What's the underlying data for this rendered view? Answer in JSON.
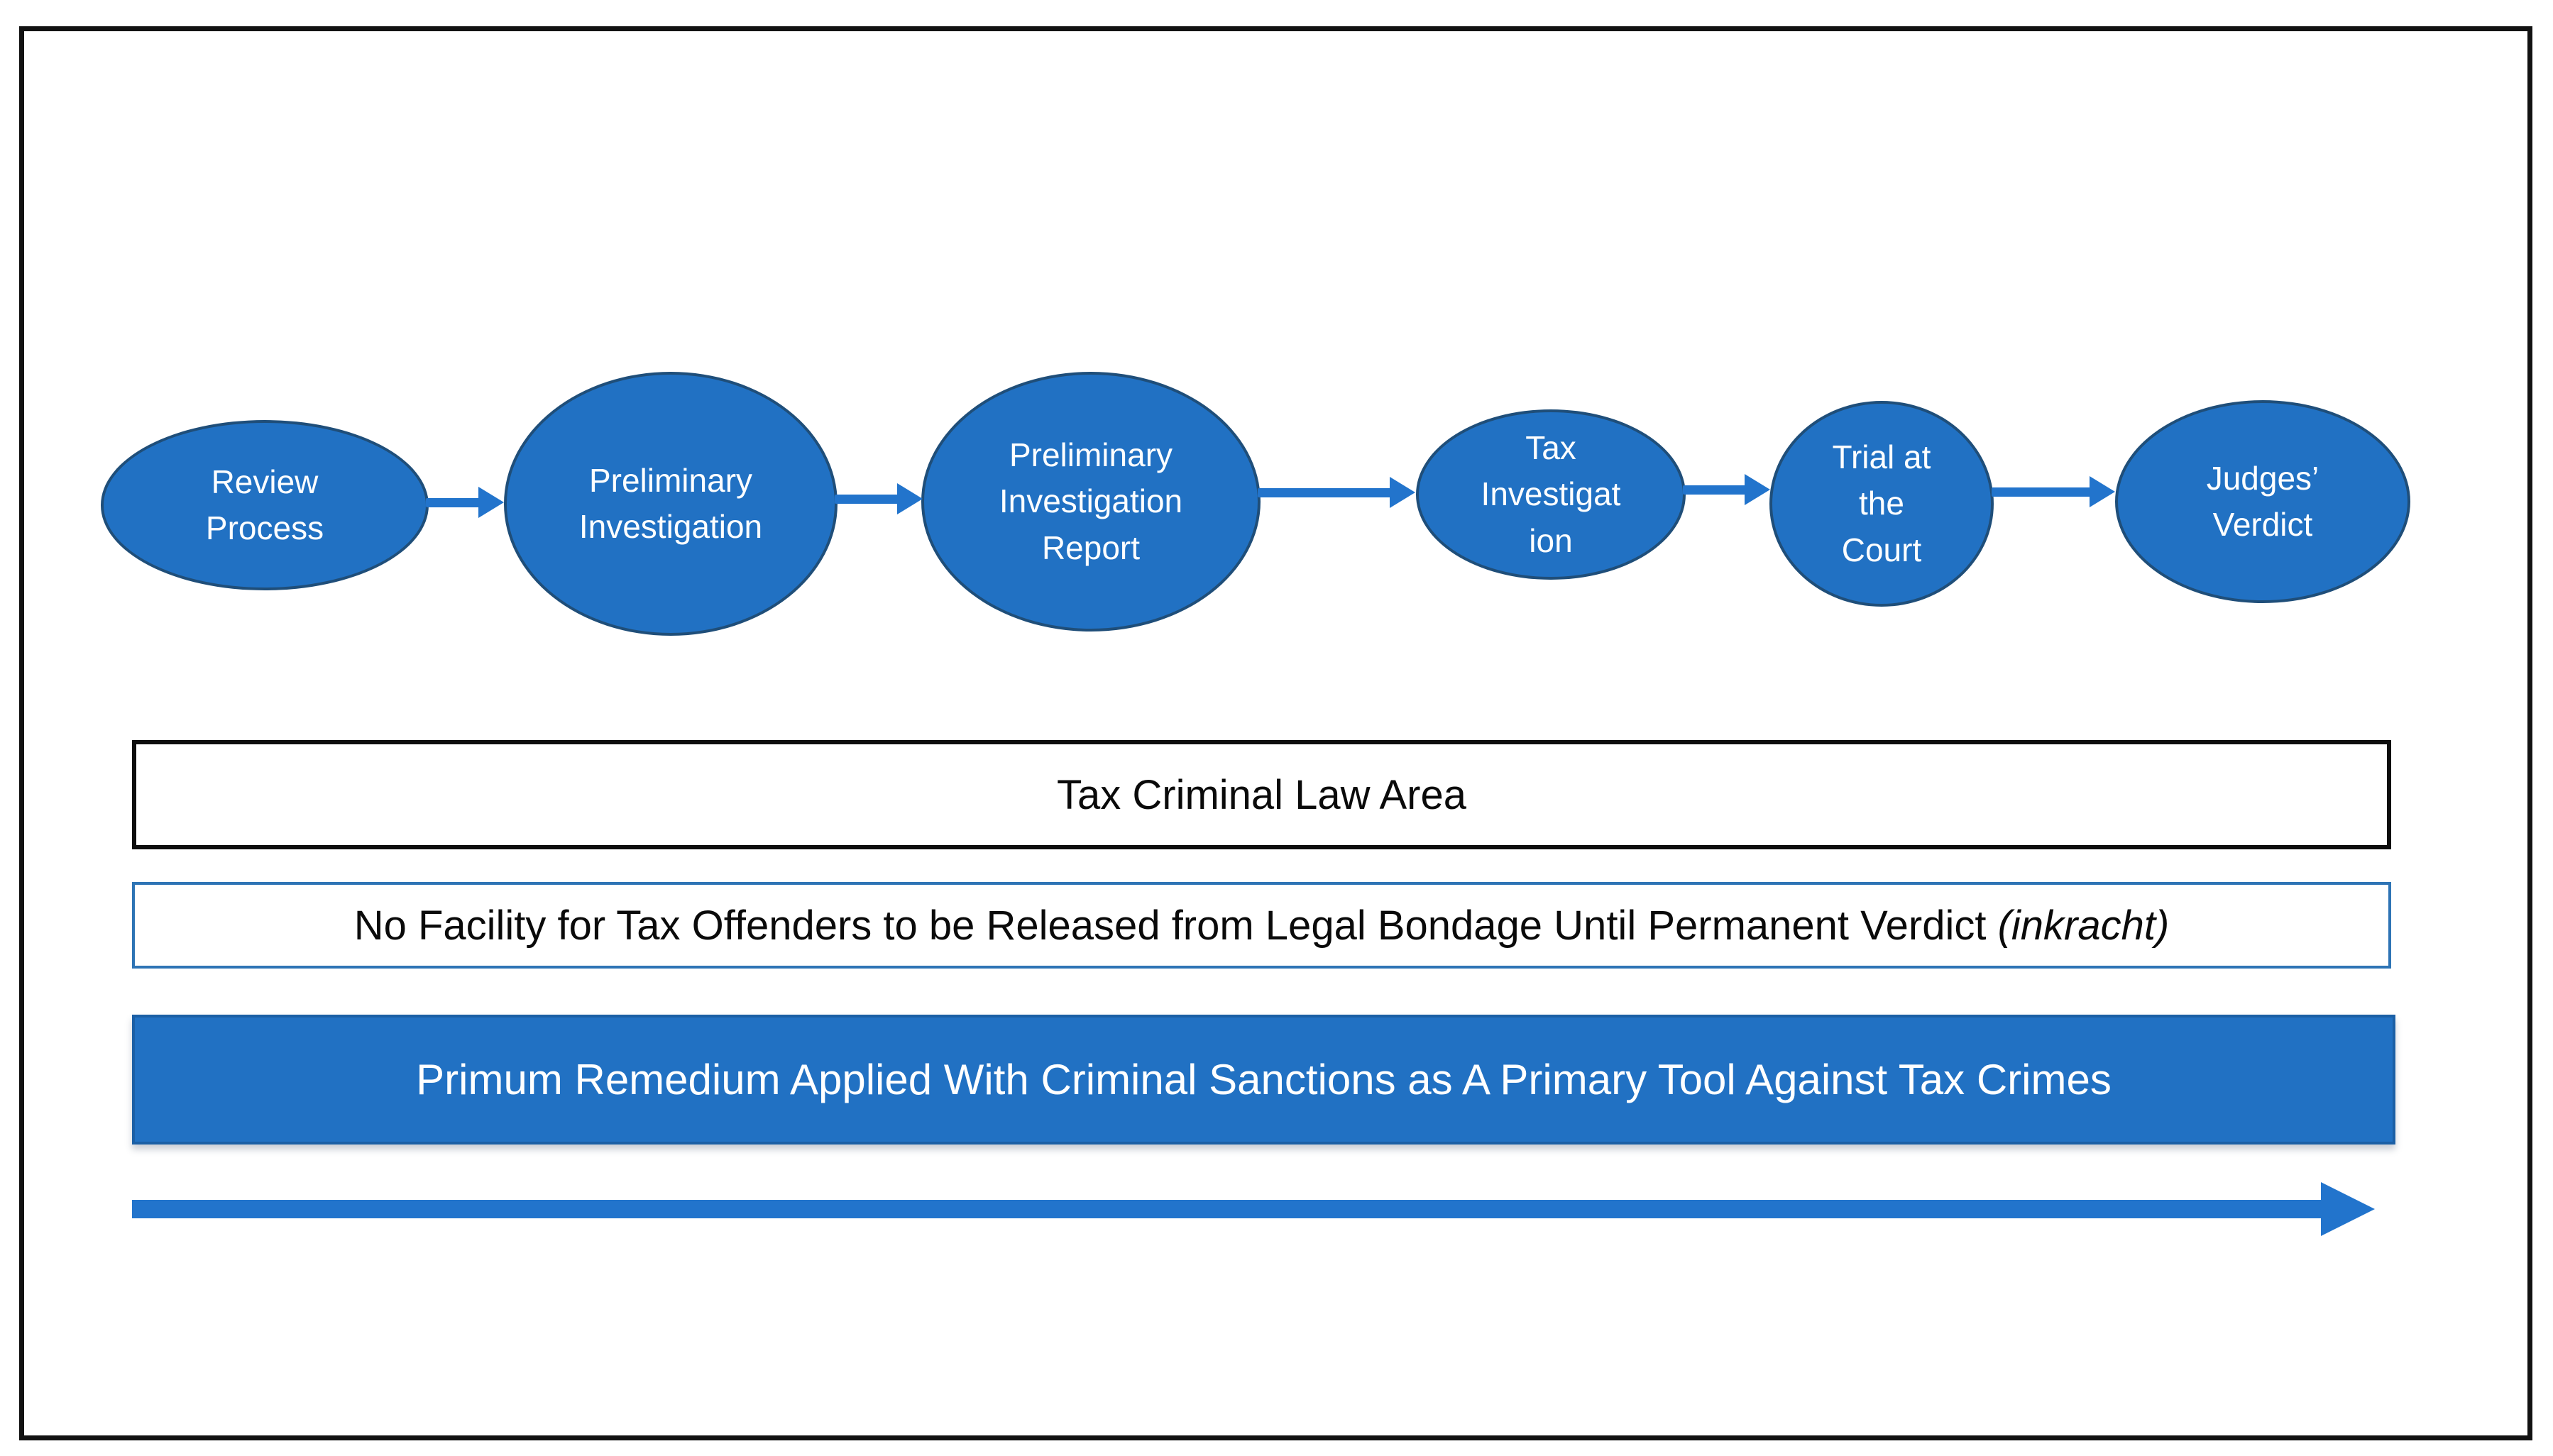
{
  "page": {
    "background": "#FFFFFF",
    "frame_border_color": "#121212"
  },
  "colors": {
    "shape_fill": "#2171C3",
    "shape_border": "#1F4E79",
    "arrow": "#2274CC",
    "band_black_border": "#0D0D0D",
    "band_blue_border": "#2E74B5",
    "band_blue_fill": "#2171C3",
    "text_light": "#FFFFFF",
    "text_dark": "#0A0A0A"
  },
  "flow": {
    "nodes": [
      {
        "label": "Review\nProcess"
      },
      {
        "label": "Preliminary\nInvestigation"
      },
      {
        "label": "Preliminary\nInvestigation\nReport"
      },
      {
        "label": "Tax\nInvestigat\nion"
      },
      {
        "label": "Trial at\nthe\nCourt"
      },
      {
        "label": "Judges’\nVerdict"
      }
    ],
    "connector_icon": "arrow-right"
  },
  "bands": [
    {
      "label": "Tax Criminal Law Area"
    },
    {
      "text": "No Facility for Tax Offenders to be Released from Legal Bondage Until Permanent Verdict ",
      "italic": "(inkracht)"
    },
    {
      "label": "Primum Remedium Applied With Criminal Sanctions as A Primary Tool Against Tax Crimes"
    }
  ],
  "timeline": {
    "icon": "arrow-right",
    "direction": "left-to-right"
  }
}
